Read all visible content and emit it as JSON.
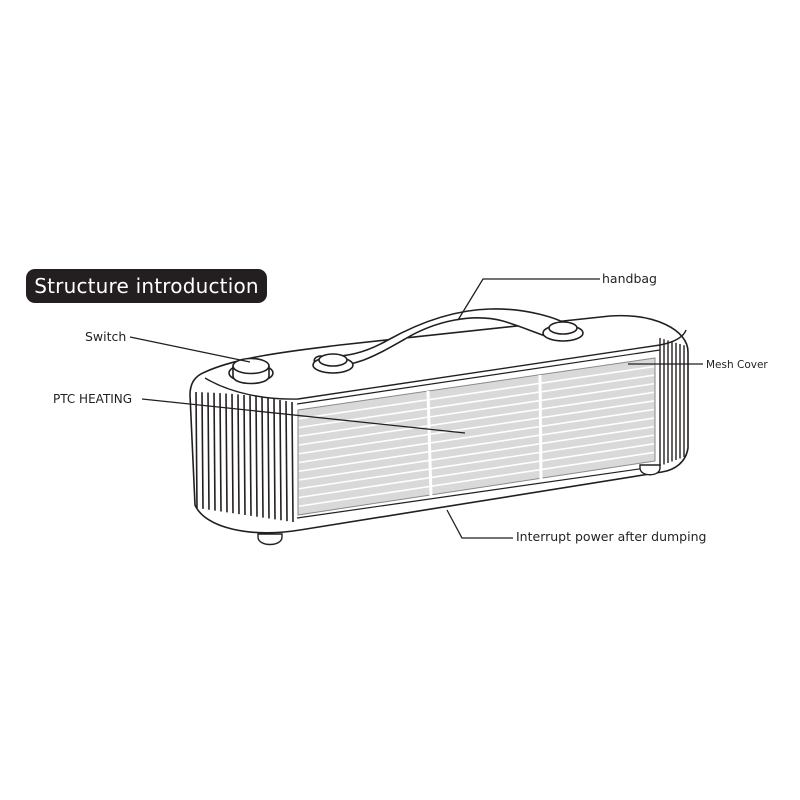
{
  "title": "Structure introduction",
  "callouts": {
    "handbag": "handbag",
    "switch": "Switch",
    "mesh_cover": "Mesh Cover",
    "ptc_heating": "PTC HEATING",
    "interrupt": "Interrupt power after dumping"
  },
  "colors": {
    "line": "#231f20",
    "mesh_fill": "#d9d9da",
    "mesh_slat": "#ffffff",
    "title_bg": "#231f20",
    "title_text": "#ffffff"
  }
}
